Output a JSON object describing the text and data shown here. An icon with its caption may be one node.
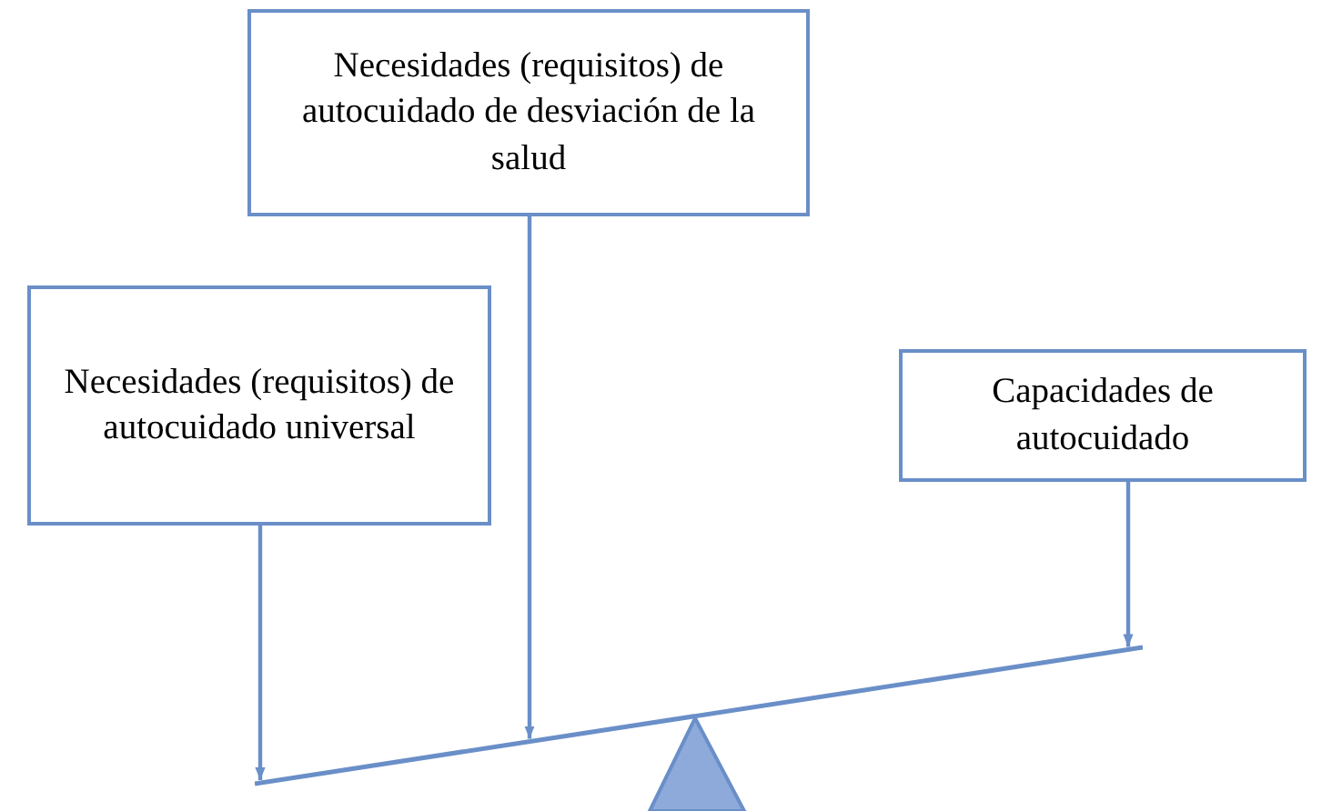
{
  "diagram": {
    "nodes": [
      {
        "text": [
          "Necesidades (requisitos) de autocuidado de desviación de la salud"
        ]
      },
      {
        "text": [
          "Necesidades (requisitos) de autocuidado universal"
        ]
      },
      {
        "text": [
          "Capacidades de autocuidado"
        ]
      },
      {
        "text": [],
        "shape": "bar"
      }
    ],
    "edges": [
      {
        "from": 1,
        "to": 3,
        "arrow": "to"
      },
      {
        "from": 0,
        "to": 3,
        "arrow": "to"
      },
      {
        "from": 2,
        "to": 3,
        "arrow": "to"
      }
    ]
  }
}
